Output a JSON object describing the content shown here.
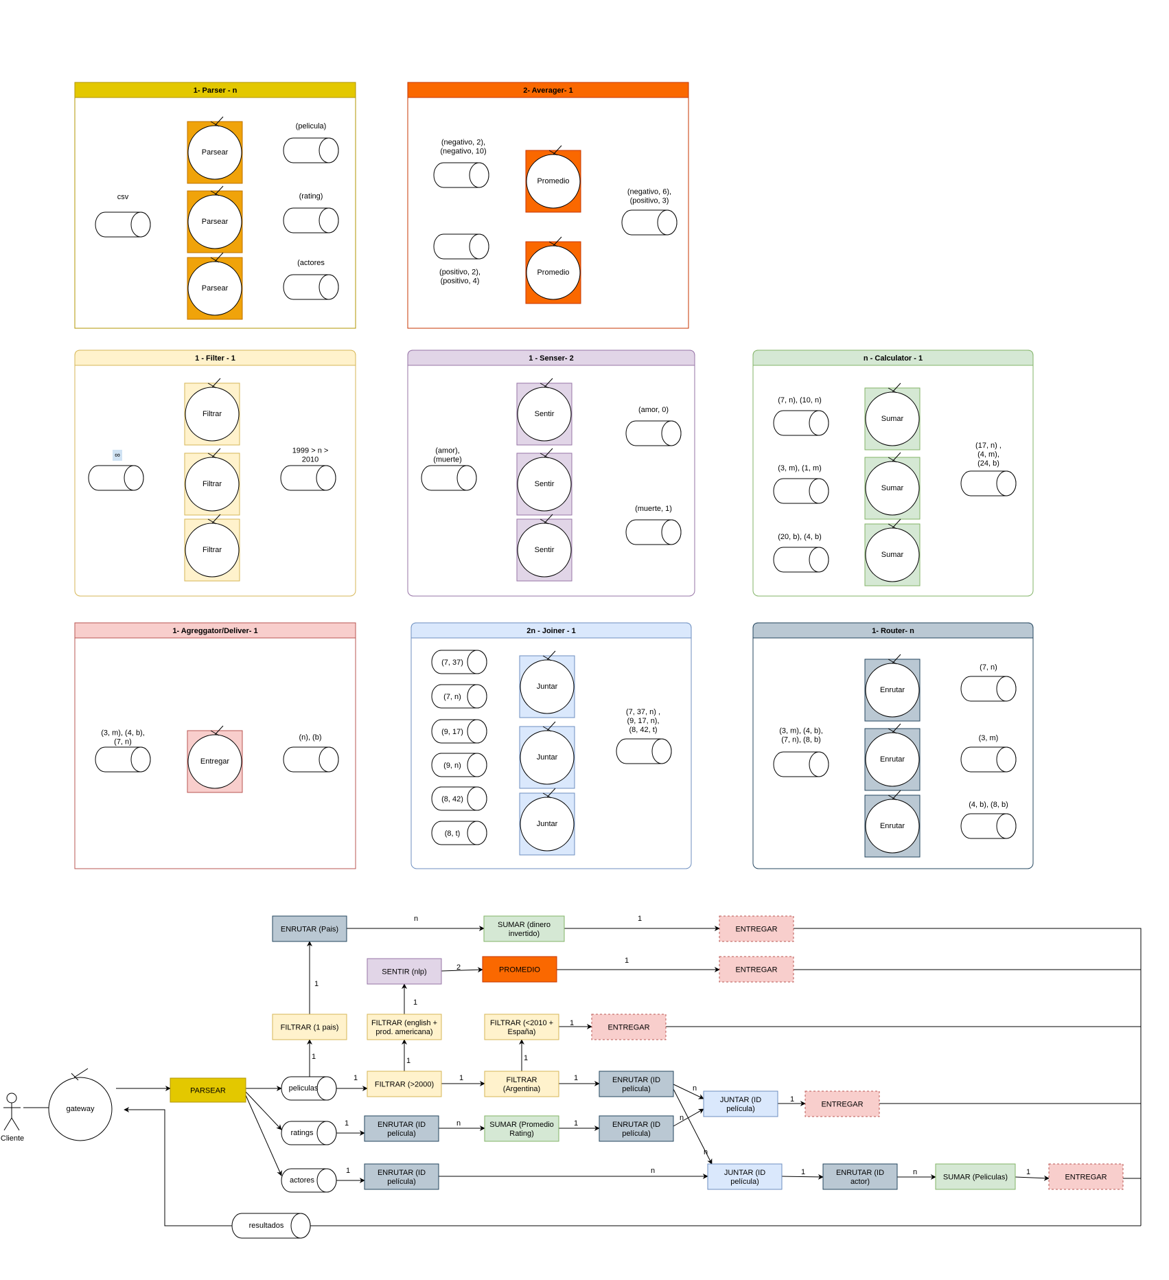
{
  "colors": {
    "parser": "#e3c800",
    "parser_node": "#f0a30a",
    "averager": "#fa6800",
    "filter": "#fff2cc",
    "filter_border": "#d6b656",
    "senser": "#e1d5e7",
    "senser_border": "#9673a6",
    "calculator": "#d5e8d4",
    "calculator_border": "#82b366",
    "aggregator": "#f8cecc",
    "aggregator_border": "#b85450",
    "joiner": "#dae8fc",
    "joiner_border": "#6c8ebf",
    "router": "#bac8d3",
    "router_border": "#23445d"
  },
  "panels": {
    "parser": {
      "title": "1- Parser - n",
      "input_label": "csv",
      "process": "Parsear",
      "outputs": [
        "(pelicula)",
        "(rating)",
        "(actores"
      ]
    },
    "averager": {
      "title": "2- Averager- 1",
      "inputs": [
        "(negativo, 2),\n(negativo, 10)",
        "(positivo, 2),\n(positivo, 4)"
      ],
      "process": "Promedio",
      "output": "(negativo, 6),\n(positivo, 3)"
    },
    "filter": {
      "title": "1 - Filter - 1",
      "input_label": "∞",
      "process": "Filtrar",
      "output": "1999 > n >\n2010"
    },
    "senser": {
      "title": "1 - Senser- 2",
      "input_label": "(amor),\n(muerte)",
      "process": "Sentir",
      "outputs": [
        "(amor, 0)",
        "(muerte, 1)"
      ]
    },
    "calculator": {
      "title": "n - Calculator - 1",
      "inputs": [
        "(7, n), (10, n)",
        "(3, m), (1, m)",
        "(20, b), (4, b)"
      ],
      "process": "Sumar",
      "output": "(17, n) ,\n(4, m),\n(24, b)"
    },
    "aggregator": {
      "title": "1- Agreggator/Deliver- 1",
      "input_label": "(3, m), (4, b),\n(7, n)",
      "process": "Entregar",
      "output": "(n), (b)"
    },
    "joiner": {
      "title": "2n - Joiner - 1",
      "inputs": [
        "(7, 37)",
        "(7, n)",
        "(9, 17)",
        "(9, n)",
        "(8, 42)",
        "(8, t)"
      ],
      "process": "Juntar",
      "output": "(7, 37, n) ,\n(9, 17, n),\n(8, 42, t)"
    },
    "router": {
      "title": "1- Router- n",
      "input_label": "(3, m), (4, b),\n(7, n), (8, b)",
      "process": "Enrutar",
      "outputs": [
        "(7, n)",
        "(3, m)",
        "(4, b), (8, b)"
      ]
    }
  },
  "flow": {
    "actor": "Cliente",
    "gateway": "gateway",
    "parsear": "PARSEAR",
    "queues": {
      "peliculas": "peliculas",
      "ratings": "ratings",
      "actores": "actores",
      "resultados": "resultados"
    },
    "nodes": {
      "enrutar_pais": "ENRUTAR (Pais)",
      "sumar_dinero": "SUMAR (dinero\ninvertido)",
      "entregar_1": "ENTREGAR",
      "sentir_nlp": "SENTIR (nlp)",
      "promedio": "PROMEDIO",
      "entregar_2": "ENTREGAR",
      "filtrar_1pais": "FILTRAR (1 pais)",
      "filtrar_english": "FILTRAR (english +\nprod. americana)",
      "filtrar_2010": "FILTRAR (<2010 +\nEspaña)",
      "entregar_3": "ENTREGAR",
      "filtrar_2000": "FILTRAR (>2000)",
      "filtrar_arg": "FILTRAR\n(Argentina)",
      "enrutar_id_1": "ENRUTAR (ID\npelícula)",
      "juntar_id_1": "JUNTAR (ID\npelícula)",
      "entregar_4": "ENTREGAR",
      "enrutar_id_2": "ENRUTAR (ID\npelícula)",
      "sumar_promedio": "SUMAR (Promedio\nRating)",
      "enrutar_id_3": "ENRUTAR (ID\npelícula)",
      "enrutar_id_4": "ENRUTAR (ID\npelícula)",
      "juntar_id_2": "JUNTAR (ID\npelícula)",
      "enrutar_actor": "ENRUTAR (ID\nactor)",
      "sumar_peliculas": "SUMAR (Peliculas)",
      "entregar_5": "ENTREGAR"
    },
    "edge_labels": {
      "n": "n",
      "one": "1",
      "two": "2"
    }
  }
}
